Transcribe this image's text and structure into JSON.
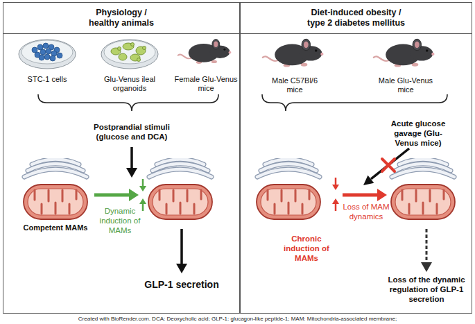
{
  "diagram": {
    "caption": "Created with BioRender.com. DCA: Deoxycholic acid; GLP-1: glucagon-like peptide-1; MAM: Mitochondria-associated membrane;",
    "nodes": [
      {
        "text": [
          "Physiology / healthy animals"
        ]
      },
      {
        "text": [
          "STC-1 cells"
        ],
        "in": 0
      },
      {
        "text": [
          "Glu-Venus ileal organoids"
        ],
        "in": 0
      },
      {
        "text": [
          "Female Glu-Venus mice"
        ],
        "in": 0
      },
      {
        "text": [
          "Competent MAMs"
        ],
        "in": 0
      },
      {
        "text": [
          "Diet-induced obesity / type 2 diabetes mellitus"
        ]
      },
      {
        "text": [
          "Male C57Bl/6 mice"
        ],
        "in": 5
      },
      {
        "text": [
          "Male Glu-Venus mice"
        ],
        "in": 5
      }
    ],
    "labels": [
      "Postprandial stimuli (glucose and DCA)",
      "Dynamic induction of MAMs",
      "GLP-1 secretion",
      "Acute glucose gavage (Glu-Venus mice)",
      "Chronic induction of MAMs",
      "Loss of MAM dynamics",
      "Loss of the dynamic regulation of GLP-1 secretion"
    ]
  }
}
